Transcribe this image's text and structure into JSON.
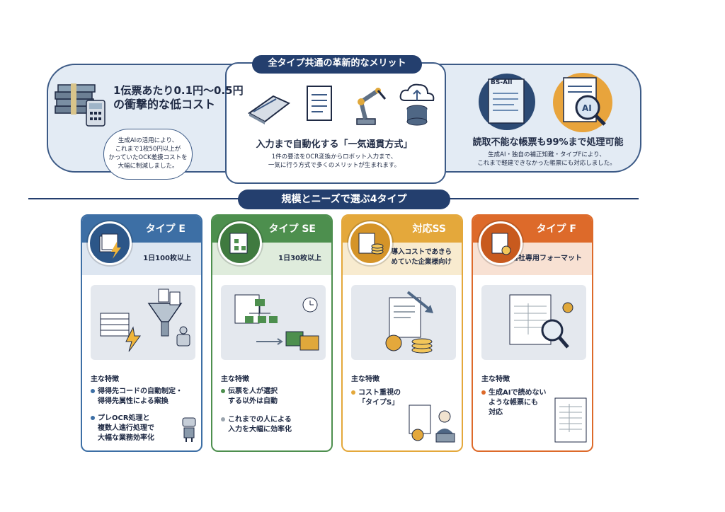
{
  "top": {
    "pill": "全タイプ共通の革新的なメリット",
    "cost": {
      "line1": "1伝票あたり0.1円〜0.5円",
      "line2": "の衝撃的な低コスト",
      "note1": "生成AIの活用により、",
      "note2": "これまで1枚50円以上が",
      "note3": "かっていたOCK差摸コストを",
      "note4": "大幅に制減しました。"
    },
    "auto": {
      "title": "入力まで自動化する「一気通貫方式」",
      "desc1": "1件の要法をOCR変換からロボット入力まで、",
      "desc2": "一気に行う方式で多くのメリットが生まれます。"
    },
    "read": {
      "title": "読取不能な帳票も99%まで処理可能",
      "desc1": "生成AI・独自の補正知難・タイプFにより、",
      "desc2": "これまで軽建できなかった帳票にも対応しました。",
      "doc_label": "BS-AIl",
      "ai_label": "AI"
    }
  },
  "middle_pill": "規模とニーズで選ぶ4タイプ",
  "cards": [
    {
      "title": "タイプ E",
      "sub": "1日100枚以上",
      "color": "#3d6fa5",
      "sub_bg": "#dde6f1",
      "feat_h": "主な特徴",
      "f1a": "得得先コードの自動制定・",
      "f1b": "得得先属性による案換",
      "f2a": "プレOCR処理と",
      "f2b": "複数人進行処理で",
      "f2c": "大幅な業務効率化"
    },
    {
      "title": "タイプ SE",
      "sub": "1日30枚以上",
      "color": "#4d8f4e",
      "sub_bg": "#dfecdc",
      "feat_h": "主な特徴",
      "f1a": "伝票を人が選択",
      "f1b": "する以外は自動",
      "f2a": "これまでの人による",
      "f2b": "入力を大幅に効率化"
    },
    {
      "title": "対応SS",
      "sub1": "導入コストであきら",
      "sub2": "めていた企業様向け",
      "color": "#e4a83b",
      "sub_bg": "#f8ebcf",
      "feat_h": "主な特徴",
      "f1a": "コスト重視の",
      "f1b": "「タイプS」"
    },
    {
      "title": "タイプ F",
      "sub": "自社専用フォーマット",
      "color": "#dd6a2a",
      "sub_bg": "#f8e1d3",
      "feat_h": "主な特徴",
      "f1a": "生成AIで読めない",
      "f1b": "ような帳票にも",
      "f1c": "対応"
    }
  ]
}
